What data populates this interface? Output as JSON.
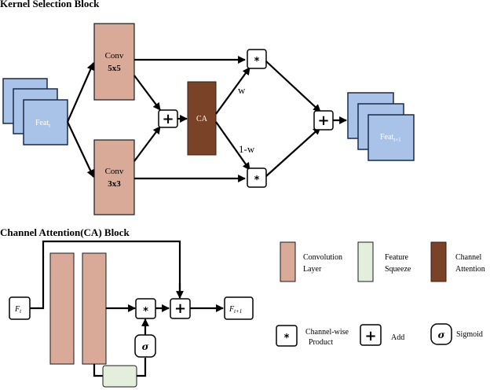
{
  "titles": {
    "ksb": "Kernel Selection Block",
    "cab": "Channel Attention(CA) Block"
  },
  "ksb": {
    "feat_in": "Feat",
    "feat_in_sub": "t",
    "feat_out": "Feat",
    "feat_out_sub": "t+1",
    "conv_top_line1": "Conv",
    "conv_top_line2": "5x5",
    "conv_bottom_line1": "Conv",
    "conv_bottom_line2": "3x3",
    "ca_label": "CA",
    "w_label": "w",
    "one_minus_w_label": "1-w"
  },
  "ops": {
    "multiply": "*",
    "add": "+",
    "sigmoid": "σ"
  },
  "cab": {
    "input": "F",
    "input_sub": "t",
    "output": "F",
    "output_sub": "t+1"
  },
  "legend": {
    "conv_line1": "Convolution",
    "conv_line2": "Layer",
    "squeeze_line1": "Feature",
    "squeeze_line2": "Squeeze",
    "attn_line1": "Channel",
    "attn_line2": "Attention",
    "product_line1": "Channel-wise",
    "product_line2": "Product",
    "add_label": "Add",
    "sigmoid_label": "Sigmoid"
  },
  "colors": {
    "feat_fill": "#a9c3e8",
    "feat_stroke": "#1b2a49",
    "conv_fill": "#d9aa98",
    "conv_stroke": "#1b1b1b",
    "ca_fill": "#7a4327",
    "squeeze_fill": "#e3efdc"
  }
}
